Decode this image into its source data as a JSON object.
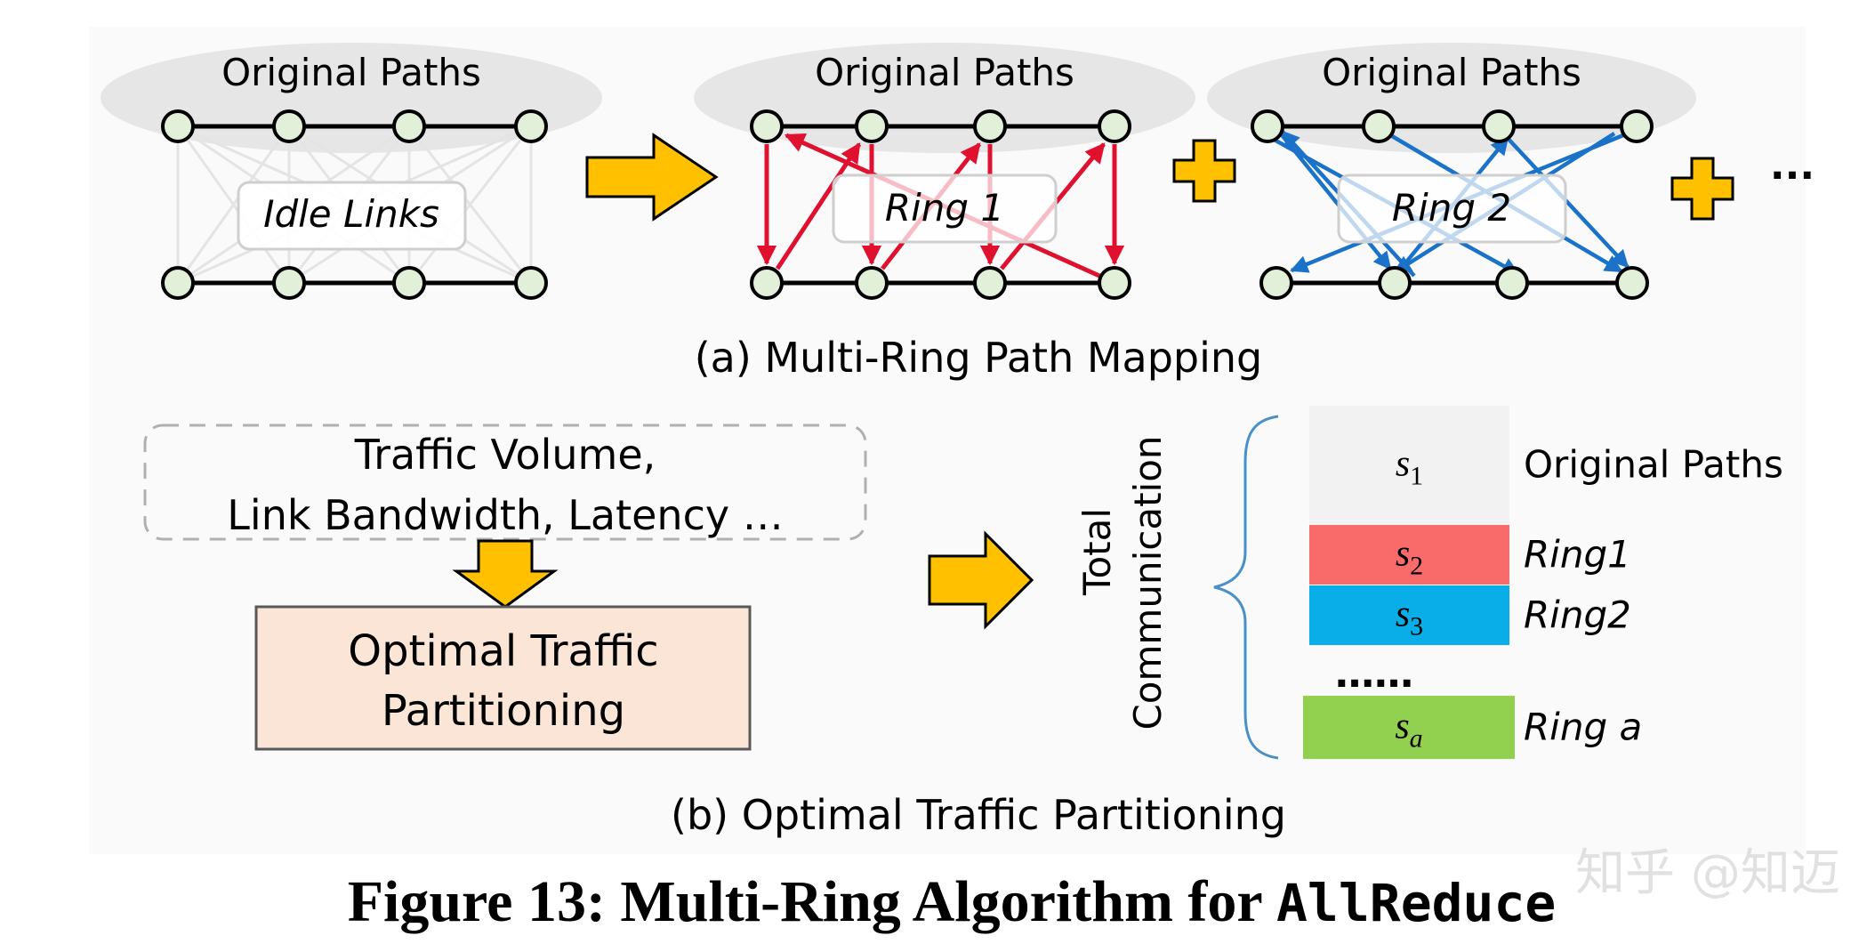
{
  "panel_a": {
    "group1_title": "Original Paths",
    "group1_label": "Idle Links",
    "group2_title": "Original Paths",
    "group2_label": "Ring 1",
    "group3_title": "Original Paths",
    "group3_label": "Ring 2",
    "ellipsis": "···",
    "caption": "(a) Multi-Ring Path Mapping"
  },
  "panel_b": {
    "factors_line1": "Traffic Volume,",
    "factors_line2": "Link Bandwidth, Latency …",
    "optimizer_line1": "Optimal Traffic",
    "optimizer_line2": "Partitioning",
    "total_label_line1": "Total",
    "total_label_line2": "Communication",
    "dots": "……",
    "segments": [
      {
        "symbol": "s",
        "sub": "1",
        "label": "Original Paths",
        "color": "#f2f2f2",
        "share": 0.34
      },
      {
        "symbol": "s",
        "sub": "2",
        "label": "Ring1",
        "color": "#f96b6b",
        "share": 0.17
      },
      {
        "symbol": "s",
        "sub": "3",
        "label": "Ring2",
        "color": "#09aee8",
        "share": 0.17
      },
      {
        "symbol": "s",
        "sub": "a",
        "label": "Ring a",
        "color": "#92d050",
        "share": 0.18
      }
    ],
    "caption": "(b) Optimal Traffic Partitioning"
  },
  "figure": {
    "prefix": "Figure 13:  Multi-Ring Algorithm for ",
    "code": "AllReduce"
  },
  "watermark": "知乎 @知迈",
  "colors": {
    "node_fill": "#e2f0d9",
    "ring1": "#e0102f",
    "ring2": "#1a73c9",
    "arrow_fill": "#ffc000",
    "box_fill": "#fbe5d6",
    "brace": "#4a90c8"
  }
}
